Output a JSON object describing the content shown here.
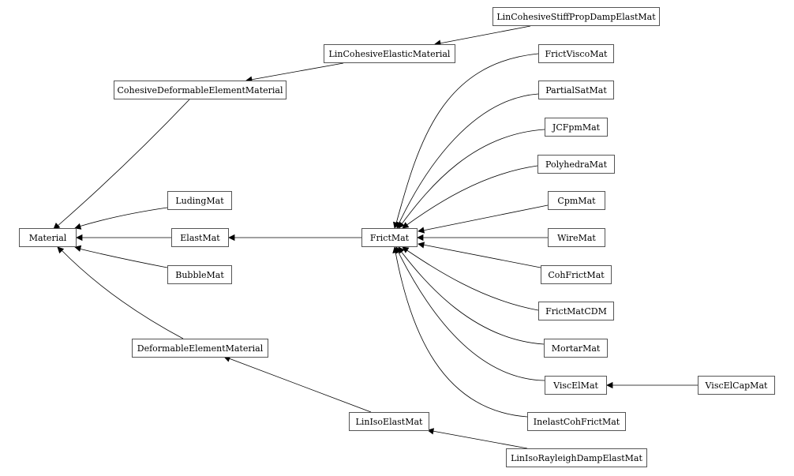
{
  "diagram": {
    "nodes": {
      "material": "Material",
      "cohesive_deformable": "CohesiveDeformableElementMaterial",
      "lin_cohesive_elastic": "LinCohesiveElasticMaterial",
      "lin_cohesive_stiff": "LinCohesiveStiffPropDampElastMat",
      "luding": "LudingMat",
      "elast": "ElastMat",
      "bubble": "BubbleMat",
      "deformable_element": "DeformableElementMaterial",
      "lin_iso_elast": "LinIsoElastMat",
      "lin_iso_rayleigh": "LinIsoRayleighDampElastMat",
      "frict": "FrictMat",
      "frict_visco": "FrictViscoMat",
      "partial_sat": "PartialSatMat",
      "jcfpm": "JCFpmMat",
      "polyhedra": "PolyhedraMat",
      "cpm": "CpmMat",
      "wire": "WireMat",
      "coh_frict": "CohFrictMat",
      "frict_cdm": "FrictMatCDM",
      "mortar": "MortarMat",
      "visc_el": "ViscElMat",
      "visc_el_cap": "ViscElCapMat",
      "inelast_coh_frict": "InelastCohFrictMat"
    },
    "edges": [
      {
        "from": "cohesive_deformable",
        "to": "material"
      },
      {
        "from": "luding",
        "to": "material"
      },
      {
        "from": "elast",
        "to": "material"
      },
      {
        "from": "bubble",
        "to": "material"
      },
      {
        "from": "deformable_element",
        "to": "material"
      },
      {
        "from": "lin_cohesive_elastic",
        "to": "cohesive_deformable"
      },
      {
        "from": "lin_cohesive_stiff",
        "to": "lin_cohesive_elastic"
      },
      {
        "from": "frict",
        "to": "elast"
      },
      {
        "from": "lin_iso_elast",
        "to": "deformable_element"
      },
      {
        "from": "lin_iso_rayleigh",
        "to": "lin_iso_elast"
      },
      {
        "from": "frict_visco",
        "to": "frict"
      },
      {
        "from": "partial_sat",
        "to": "frict"
      },
      {
        "from": "jcfpm",
        "to": "frict"
      },
      {
        "from": "polyhedra",
        "to": "frict"
      },
      {
        "from": "cpm",
        "to": "frict"
      },
      {
        "from": "wire",
        "to": "frict"
      },
      {
        "from": "coh_frict",
        "to": "frict"
      },
      {
        "from": "frict_cdm",
        "to": "frict"
      },
      {
        "from": "mortar",
        "to": "frict"
      },
      {
        "from": "visc_el",
        "to": "frict"
      },
      {
        "from": "inelast_coh_frict",
        "to": "frict"
      },
      {
        "from": "visc_el_cap",
        "to": "visc_el"
      }
    ]
  }
}
